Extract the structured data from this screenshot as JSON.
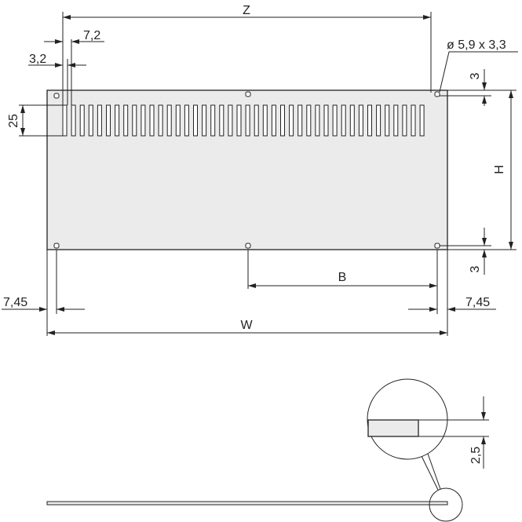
{
  "colors": {
    "panel_fill": "#ebebeb",
    "line": "#222222"
  },
  "dimensions": {
    "z": "Z",
    "slot_pitch": "7,2",
    "slot_width": "3,2",
    "slot_height": "25",
    "hole": "ø 5,9 x 3,3",
    "top_offset": "3",
    "height": "H",
    "bottom_offset": "3",
    "b": "B",
    "left_edge": "7,45",
    "right_edge": "7,45",
    "w": "W",
    "thickness": "2,5"
  }
}
